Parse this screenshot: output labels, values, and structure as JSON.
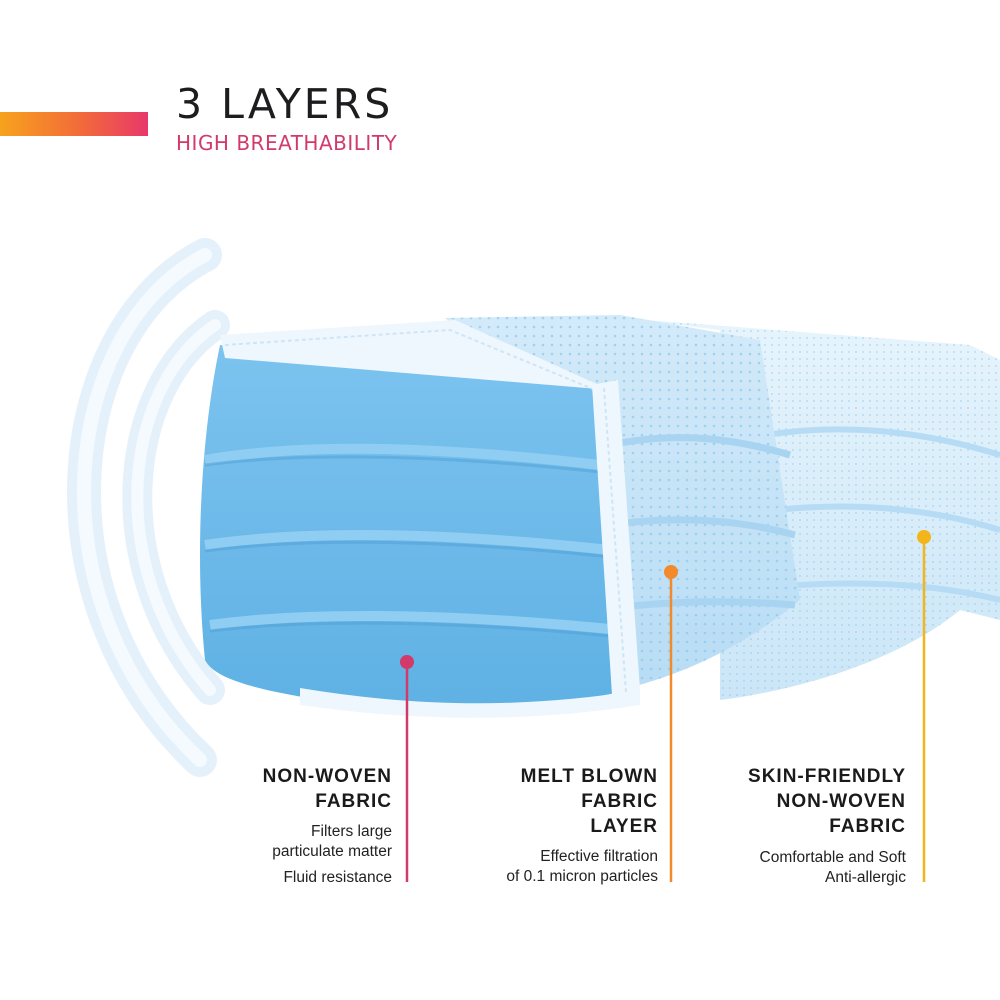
{
  "header": {
    "title": "3 LAYERS",
    "subtitle": "HIGH BREATHABILITY"
  },
  "colors": {
    "accent_gradient": [
      "#f7a21d",
      "#e8386a"
    ],
    "subtitle": "#d23a6a",
    "mask_blue": "#6db8e8",
    "layer1_marker": "#d23a6a",
    "layer2_marker": "#f28a2c",
    "layer3_marker": "#f2b51c"
  },
  "layers": [
    {
      "title": "NON-WOVEN\nFABRIC",
      "description": "Filters large\nparticulate matter",
      "description_2": "Fluid resistance",
      "marker_icon": "pink-dot-icon"
    },
    {
      "title": "MELT BLOWN\nFABRIC\nLAYER",
      "description": "Effective filtration\nof 0.1 micron particles",
      "marker_icon": "orange-dot-icon"
    },
    {
      "title": "SKIN-FRIENDLY\nNON-WOVEN\nFABRIC",
      "description": "Comfortable and Soft\nAnti-allergic",
      "marker_icon": "yellow-dot-icon"
    }
  ]
}
